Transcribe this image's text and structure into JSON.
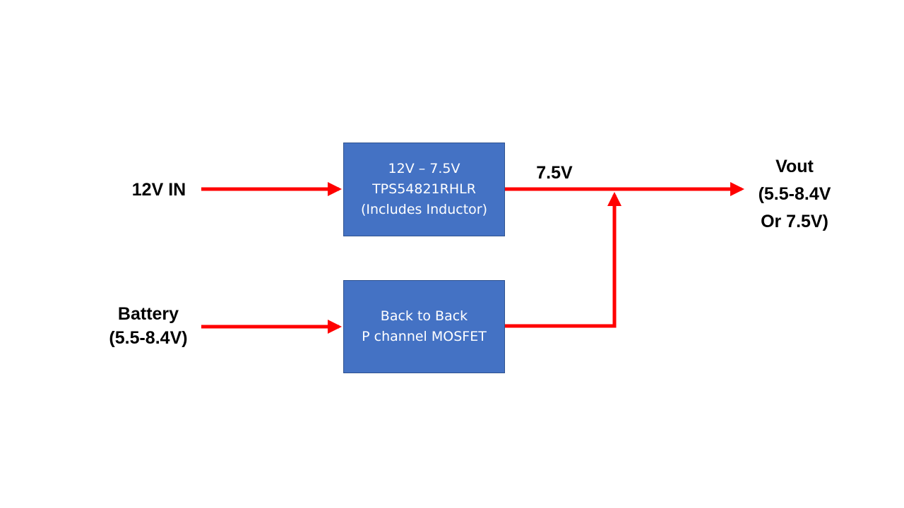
{
  "colors": {
    "block_fill": "#4472c4",
    "block_border": "#2f528f",
    "wire": "#ff0000",
    "label_text": "#000000",
    "block_text": "#ffffff"
  },
  "inputs": {
    "main_input_label": "12V IN",
    "battery_label": "Battery",
    "battery_range": "(5.5-8.4V)"
  },
  "blocks": {
    "buck": {
      "line1": "12V – 7.5V",
      "line2": "TPS54821RHLR",
      "line3": "(Includes Inductor)"
    },
    "mosfet": {
      "line1": "Back to Back",
      "line2": "P channel MOSFET"
    }
  },
  "nets": {
    "intermediate_label": "7.5V"
  },
  "output": {
    "title": "Vout",
    "range": "(5.5-8.4V",
    "alt": "Or 7.5V)"
  }
}
